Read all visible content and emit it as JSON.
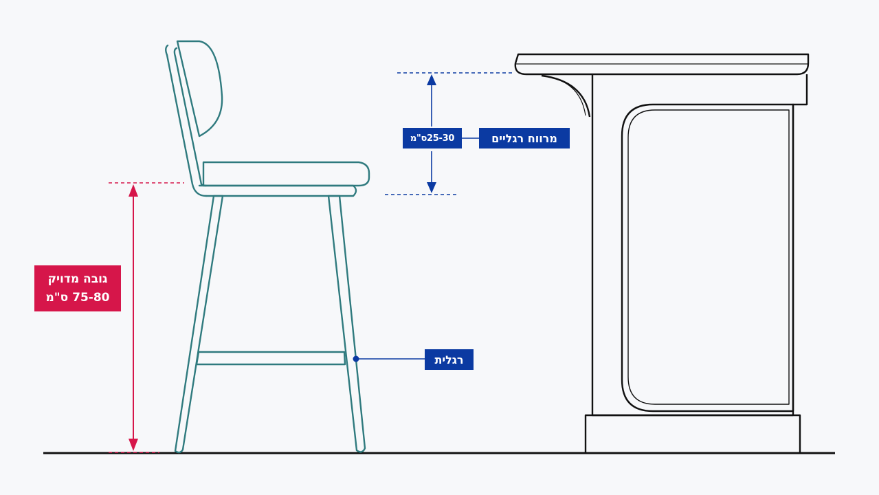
{
  "labels": {
    "height": {
      "line1": "גובה מדויק",
      "line2": "75-80 ס\"מ"
    },
    "legroom": {
      "title": "מרווח רגליים",
      "value": "25-30ס\"מ"
    },
    "footrest": {
      "title": "רגלית"
    }
  },
  "colors": {
    "stool_outline": "#2f7a7e",
    "height_accent": "#d6164a",
    "legroom_accent": "#0b3aa2",
    "counter_outline": "#111111",
    "floor": "#111111",
    "background": "#f7f8fa"
  }
}
